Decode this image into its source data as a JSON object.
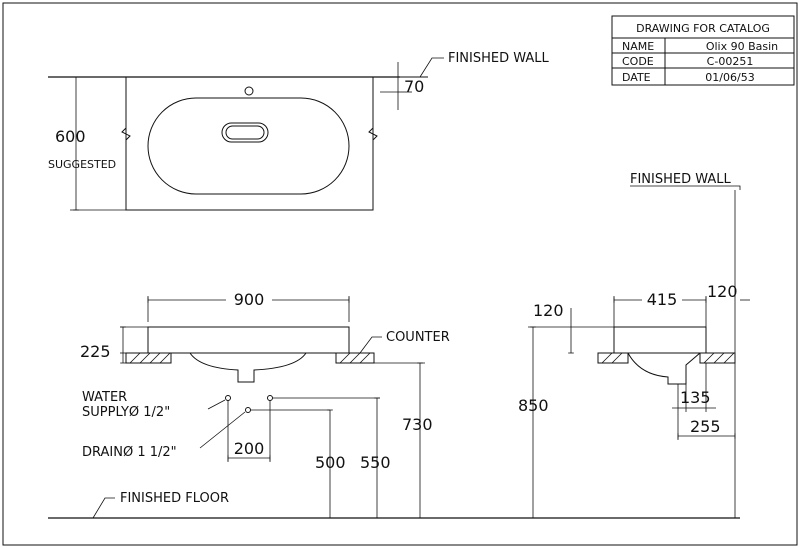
{
  "title_block": {
    "heading": "DRAWING FOR CATALOG",
    "rows": [
      {
        "label": "NAME",
        "value": "Olix 90 Basin"
      },
      {
        "label": "CODE",
        "value": "C-00251"
      },
      {
        "label": "DATE",
        "value": "01/06/53"
      }
    ]
  },
  "labels": {
    "finished_wall_top": "FINISHED WALL",
    "finished_wall_side": "FINISHED WALL",
    "counter": "COUNTER",
    "finished_floor": "FINISHED FLOOR",
    "water_supply_line1": "WATER",
    "water_supply_line2": "SUPPLYØ 1/2\"",
    "drain": "DRAINØ 1  1/2\"",
    "suggested": "SUGGESTED"
  },
  "dimensions": {
    "top_depth": "600",
    "wall_gap": "70",
    "width": "900",
    "basin_height": "225",
    "supply_spacing": "200",
    "supply_height": "500",
    "drain_height": "550",
    "counter_height": "730",
    "side_total_height": "850",
    "side_rim_offset": "120",
    "side_depth": "415",
    "side_wall_offset": "120",
    "drain_offset": "135",
    "drain_from_wall": "255"
  }
}
